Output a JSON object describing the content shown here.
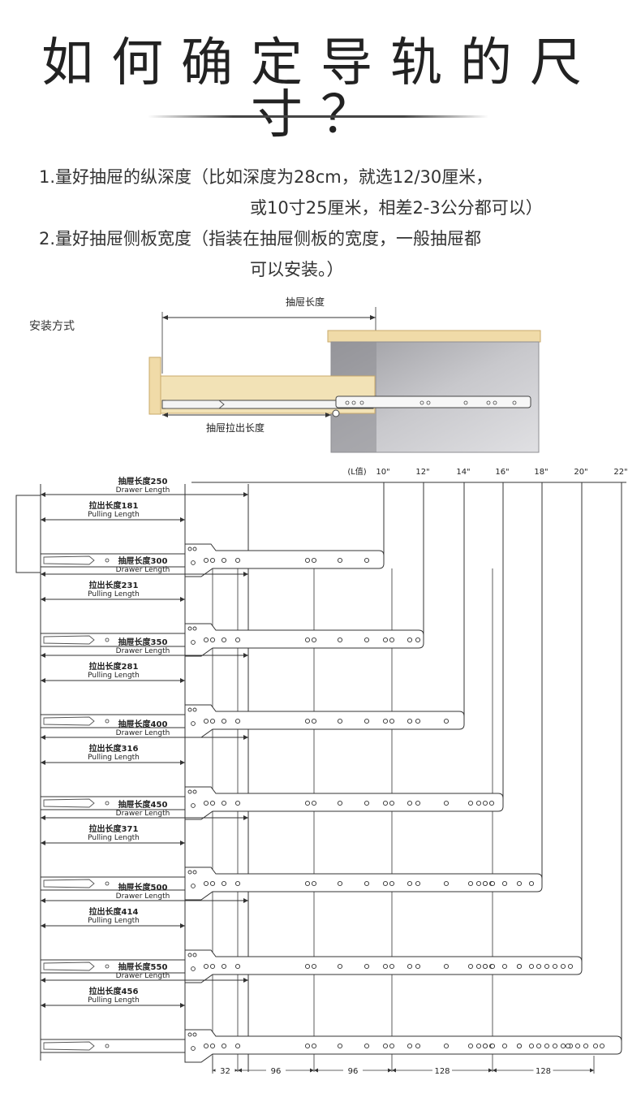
{
  "title": "如何确定导轨的尺寸？",
  "instructions": {
    "line1": "1.量好抽屉的纵深度（比如深度为28cm，就选12/30厘米，",
    "line1b": "或10寸25厘米，相差2-3公分都可以）",
    "line2": "2.量好抽屉侧板宽度（指装在抽屉侧板的宽度，一般抽屉都",
    "line2b": "可以安装。）"
  },
  "install_label": "安装方式",
  "install_diagram": {
    "drawer_length_label": "抽屉长度",
    "pull_length_label": "抽屉拉出长度"
  },
  "size_chart": {
    "l_value_label": "(L值)",
    "inch_sizes": [
      "10\"",
      "12\"",
      "14\"",
      "16\"",
      "18\"",
      "20\"",
      "22\""
    ],
    "drawer_length_prefix": "抽屉长度",
    "drawer_length_en": "Drawer Length",
    "pull_length_prefix": "拉出长度",
    "pull_length_en": "Pulling Length",
    "rails": [
      {
        "drawer_length": 250,
        "pulling_length": 181
      },
      {
        "drawer_length": 300,
        "pulling_length": 231
      },
      {
        "drawer_length": 350,
        "pulling_length": 281
      },
      {
        "drawer_length": 400,
        "pulling_length": 316
      },
      {
        "drawer_length": 450,
        "pulling_length": 371
      },
      {
        "drawer_length": 500,
        "pulling_length": 414
      },
      {
        "drawer_length": 550,
        "pulling_length": 456
      }
    ],
    "hole_spacing": [
      "32",
      "96",
      "96",
      "128",
      "128"
    ]
  },
  "colors": {
    "wood": "#f0dba8",
    "wood_edge": "#c9a96a",
    "cabinet": "#a9a9ad",
    "line": "#333333"
  }
}
